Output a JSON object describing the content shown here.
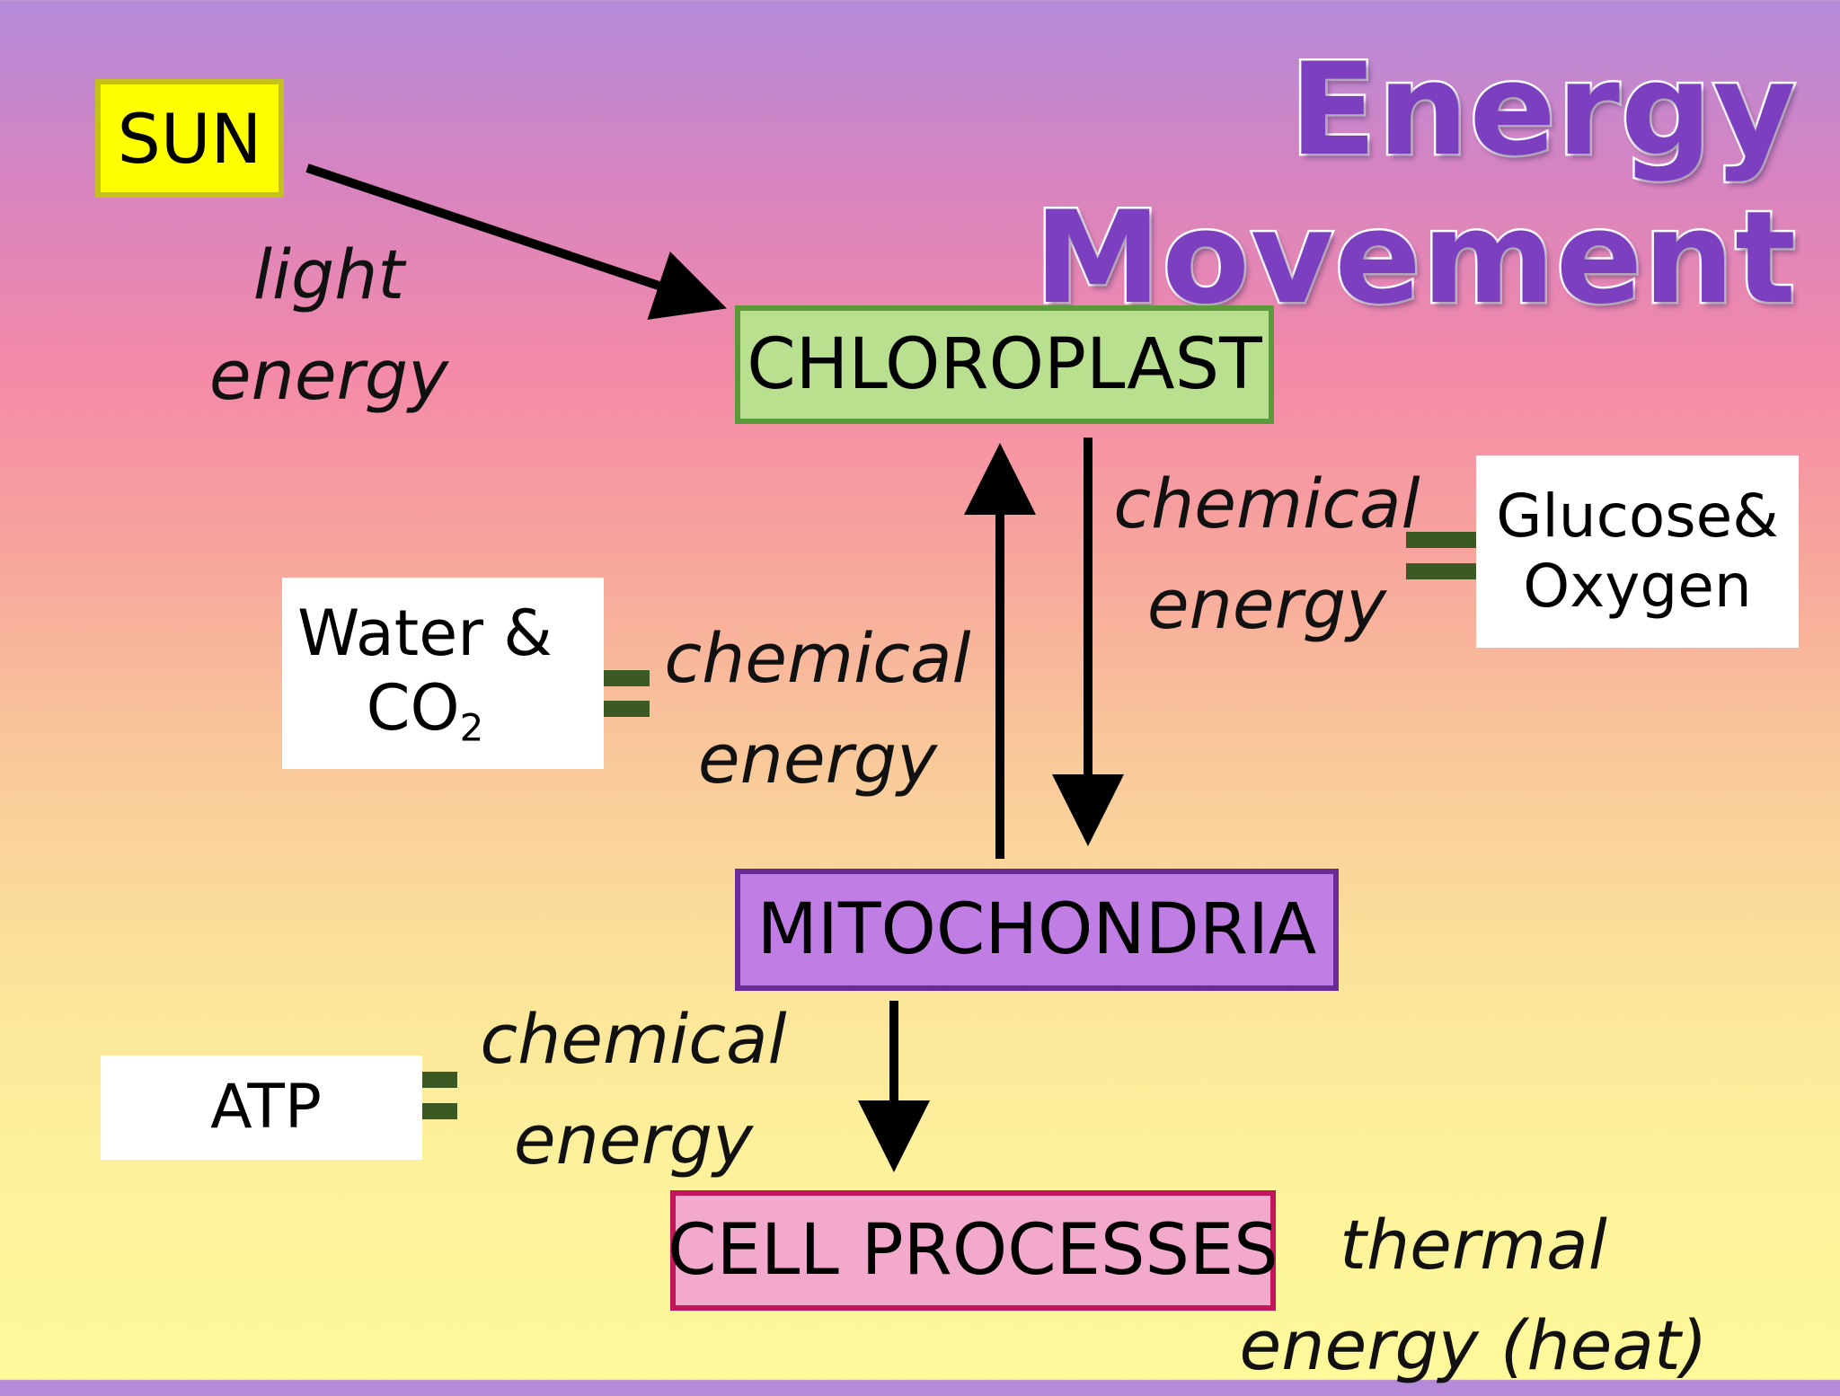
{
  "title": "Energy Movement",
  "nodes": {
    "sun": "SUN",
    "chloroplast": "CHLOROPLAST",
    "mitochondria": "MITOCHONDRIA",
    "cell_processes": "CELL PROCESSES"
  },
  "equivalences": {
    "water_co2": {
      "line1": "Water &",
      "co2_base": "CO",
      "co2_sub": "2"
    },
    "glucose_oxygen": {
      "line1": "Glucose&",
      "line2": "Oxygen"
    },
    "atp": "ATP"
  },
  "labels": {
    "light_energy": {
      "line1": "light",
      "line2": "energy"
    },
    "chem_right": {
      "line1": "chemical",
      "line2": "energy"
    },
    "chem_middle": {
      "line1": "chemical",
      "line2": "energy"
    },
    "chem_bottom": {
      "line1": "chemical",
      "line2": "energy"
    },
    "thermal": {
      "line1": "thermal",
      "line2": "energy (heat)"
    }
  },
  "colors": {
    "sun_fill": "#ffff00",
    "chloroplast_fill": "#b9e08f",
    "mitochondria_fill": "#c07ee4",
    "cell_processes_fill": "#f2a9cc",
    "equals_sign": "#3b5a23",
    "title": "#7b3fc0"
  }
}
